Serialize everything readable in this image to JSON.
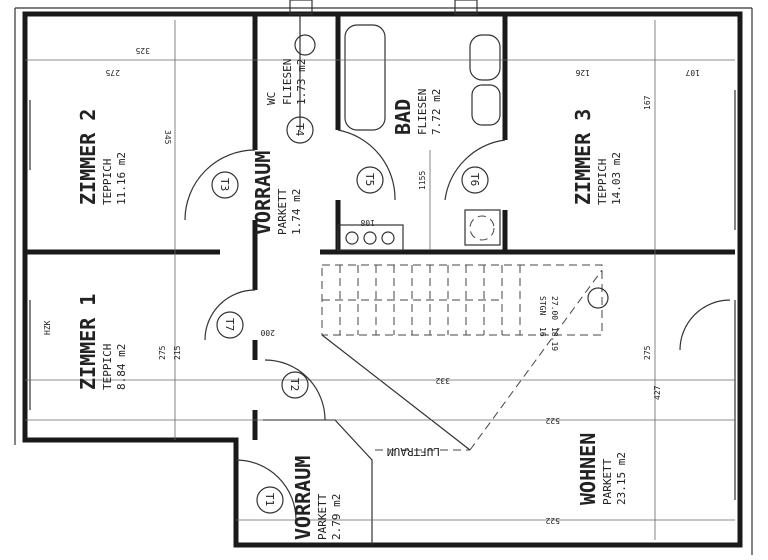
{
  "rooms": [
    {
      "name": "ZIMMER 2",
      "floor": "TEPPICH",
      "area": "11.16 m2"
    },
    {
      "name": "ZIMMER 1",
      "floor": "TEPPICH",
      "area": "8.84 m2"
    },
    {
      "name": "WC",
      "floor": "FLIESEN",
      "area": "1.73 m2"
    },
    {
      "name": "BAD",
      "floor": "FLIESEN",
      "area": "7.72 m2"
    },
    {
      "name": "VORRAUM",
      "floor": "PARKETT",
      "area": "1.74 m2"
    },
    {
      "name": "ZIMMER 3",
      "floor": "TEPPICH",
      "area": "14.03 m2"
    },
    {
      "name": "VORRAUM",
      "floor": "PARKETT",
      "area": "2.79 m2"
    },
    {
      "name": "WOHNEN",
      "floor": "PARKETT",
      "area": "23.15 m2"
    }
  ],
  "doors": [
    "T1",
    "T2",
    "T3",
    "T4",
    "T5",
    "T6",
    "T7"
  ],
  "luftraum": "LUFTRAUM",
  "stairs": {
    "label": "STGN",
    "count": "16",
    "riser": "18.19",
    "tread": "27.00"
  },
  "dimensions": {
    "d275": "275",
    "d345": "345",
    "d325": "325",
    "d332": "332",
    "d522a": "522",
    "d522b": "522",
    "d200": "200",
    "d1155": "1155",
    "d108": "108",
    "d126": "126",
    "d107": "107",
    "d427": "427",
    "d275b": "275",
    "d167": "167",
    "d2155": "215",
    "d275c": "275",
    "hzk": "HZK"
  }
}
